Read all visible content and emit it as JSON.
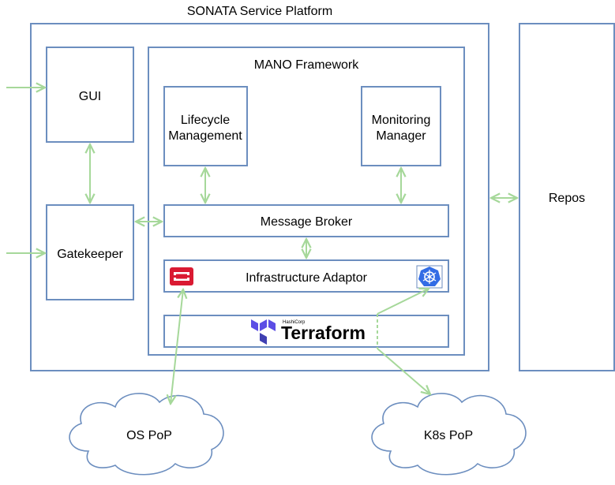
{
  "platform": {
    "title": "SONATA Service Platform"
  },
  "gui": {
    "label": "GUI"
  },
  "gatekeeper": {
    "label": "Gatekeeper"
  },
  "mano": {
    "title": "MANO Framework",
    "lifecycle": {
      "line1": "Lifecycle",
      "line2": "Management"
    },
    "monitoring": {
      "line1": "Monitoring",
      "line2": "Manager"
    },
    "broker": {
      "label": "Message Broker"
    },
    "adaptor": {
      "label": "Infrastructure Adaptor"
    },
    "terraform": {
      "brand": "HashiCorp",
      "label": "Terraform"
    }
  },
  "repos": {
    "label": "Repos"
  },
  "pops": {
    "os": "OS PoP",
    "k8s": "K8s PoP"
  },
  "icons": {
    "openstack": "openstack-logo-icon",
    "kubernetes": "kubernetes-logo-icon",
    "terraform": "terraform-logo-icon"
  },
  "colors": {
    "box_border": "#6c8ebf",
    "connector": "#a6d89a",
    "openstack": "#da1a32",
    "kubernetes": "#326ce5",
    "terraform": "#5c4ee5"
  }
}
